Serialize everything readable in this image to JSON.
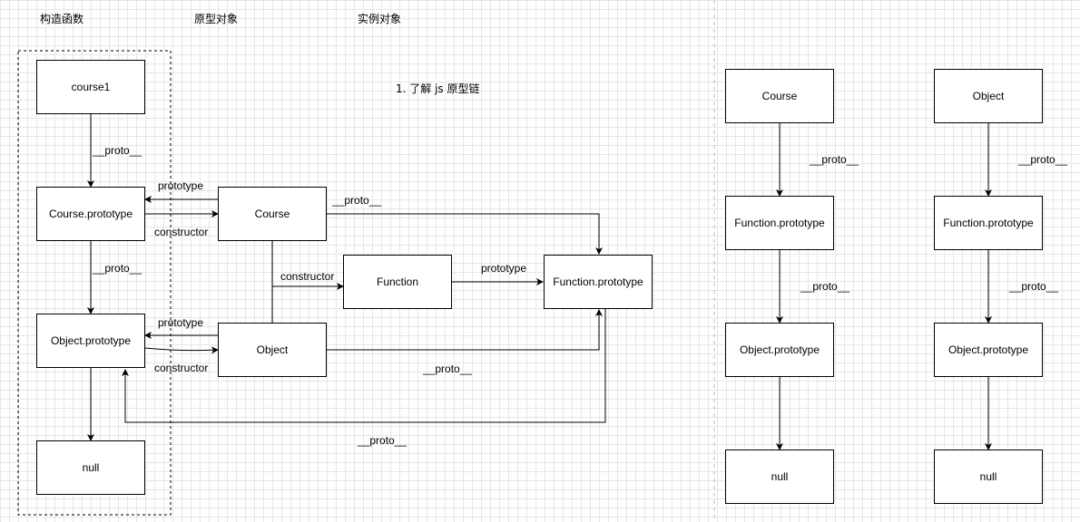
{
  "headers": {
    "constructor_col": "构造函数",
    "prototype_col": "原型对象",
    "instance_col": "实例对象"
  },
  "note": "1. 了解 js 原型链",
  "nodes": {
    "course1": "course1",
    "course_prototype": "Course.prototype",
    "object_prototype": "Object.prototype",
    "null_left": "null",
    "course": "Course",
    "object": "Object",
    "function": "Function",
    "function_prototype": "Function.prototype",
    "r1_course": "Course",
    "r1_function_prototype": "Function.prototype",
    "r1_object_prototype": "Object.prototype",
    "r1_null": "null",
    "r2_object": "Object",
    "r2_function_prototype": "Function.prototype",
    "r2_object_prototype": "Object.prototype",
    "r2_null": "null"
  },
  "edge_labels": {
    "proto": "__proto__",
    "prototype": "prototype",
    "constructor": "constructor"
  }
}
